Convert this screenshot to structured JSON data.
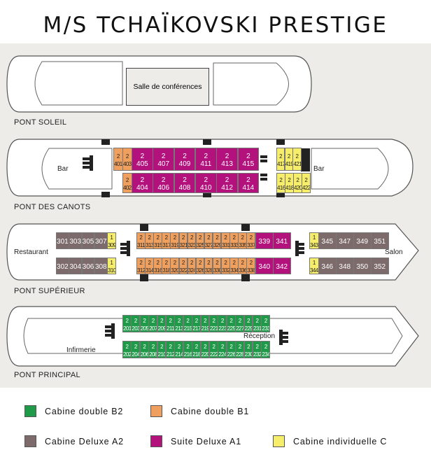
{
  "title": "M/S TCHAÏKOVSKI PRESTIGE",
  "colors": {
    "B2": "#1f9a48",
    "B1": "#f0a05e",
    "A2": "#7d6b6b",
    "A1": "#b3127d",
    "C": "#f6ee6a"
  },
  "decks": [
    {
      "id": "soleil",
      "label": "PONT SOLEIL",
      "rooms": [
        "Salle de conférences"
      ]
    },
    {
      "id": "canots",
      "label": "PONT DES CANOTS",
      "rooms": [
        "Bar",
        "Bar"
      ]
    },
    {
      "id": "superieur",
      "label": "PONT SUPÉRIEUR",
      "rooms": [
        "Restaurant",
        "Salon"
      ]
    },
    {
      "id": "principal",
      "label": "PONT PRINCIPAL",
      "rooms": [
        "Infirmerie",
        "Réception"
      ]
    }
  ],
  "rows": [
    {
      "id": "c-top",
      "segments": [
        {
          "type": "B1",
          "cap": "2",
          "cabins": [
            "401",
            "403"
          ]
        },
        {
          "type": "A1",
          "cap": "2",
          "cabins": [
            "405",
            "407",
            "409",
            "411",
            "413",
            "415"
          ]
        },
        {
          "type": "C",
          "cap": "2",
          "cabins": [
            "417",
            "419",
            "421"
          ]
        }
      ]
    },
    {
      "id": "c-bot",
      "segments": [
        {
          "type": "B1",
          "cap": "2",
          "cabins": [
            "402"
          ]
        },
        {
          "type": "A1",
          "cap": "2",
          "cabins": [
            "404",
            "406",
            "408",
            "410",
            "412",
            "414"
          ]
        },
        {
          "type": "C",
          "cap": "2",
          "cabins": [
            "416",
            "418",
            "420",
            "422"
          ]
        }
      ]
    },
    {
      "id": "s-top",
      "segments": [
        {
          "type": "A2",
          "cap": "",
          "cabins": [
            "301",
            "303",
            "305",
            "307"
          ]
        },
        {
          "type": "C",
          "cap": "1",
          "cabins": [
            "309"
          ]
        },
        {
          "type": "B1",
          "cap": "2",
          "cabins": [
            "311",
            "313",
            "315",
            "317",
            "319",
            "321",
            "323",
            "325",
            "327",
            "329",
            "331",
            "333",
            "335",
            "337"
          ]
        },
        {
          "type": "A1",
          "cap": "",
          "cabins": [
            "339",
            "341"
          ]
        },
        {
          "type": "C",
          "cap": "1",
          "cabins": [
            "343"
          ]
        },
        {
          "type": "A2",
          "cap": "",
          "cabins": [
            "345",
            "347",
            "349",
            "351"
          ]
        }
      ]
    },
    {
      "id": "s-bot",
      "segments": [
        {
          "type": "A2",
          "cap": "",
          "cabins": [
            "302",
            "304",
            "306",
            "308"
          ]
        },
        {
          "type": "C",
          "cap": "1",
          "cabins": [
            "310"
          ]
        },
        {
          "type": "B1",
          "cap": "2",
          "cabins": [
            "312",
            "314",
            "316",
            "318",
            "320",
            "322",
            "324",
            "326",
            "328",
            "330",
            "332",
            "334",
            "336",
            "338"
          ]
        },
        {
          "type": "A1",
          "cap": "",
          "cabins": [
            "340",
            "342"
          ]
        },
        {
          "type": "C",
          "cap": "1",
          "cabins": [
            "344"
          ]
        },
        {
          "type": "A2",
          "cap": "",
          "cabins": [
            "346",
            "348",
            "350",
            "352"
          ]
        }
      ]
    },
    {
      "id": "p-top",
      "segments": [
        {
          "type": "B2",
          "cap": "2",
          "cabins": [
            "201",
            "203",
            "205",
            "207",
            "209",
            "211",
            "213",
            "215",
            "217",
            "219",
            "221",
            "223",
            "225",
            "227",
            "229",
            "231",
            "233"
          ]
        }
      ]
    },
    {
      "id": "p-bot",
      "segments": [
        {
          "type": "B2",
          "cap": "2",
          "cabins": [
            "202",
            "204",
            "206",
            "208",
            "210",
            "212",
            "214",
            "216",
            "218",
            "220",
            "222",
            "224",
            "226",
            "228",
            "230",
            "232",
            "234"
          ]
        }
      ]
    }
  ],
  "legend": [
    {
      "type": "B2",
      "label": "Cabine double B2"
    },
    {
      "type": "B1",
      "label": "Cabine double B1"
    },
    {
      "type": "A2",
      "label": "Cabine Deluxe A2"
    },
    {
      "type": "A1",
      "label": "Suite Deluxe A1"
    },
    {
      "type": "C",
      "label": "Cabine individuelle C"
    }
  ]
}
